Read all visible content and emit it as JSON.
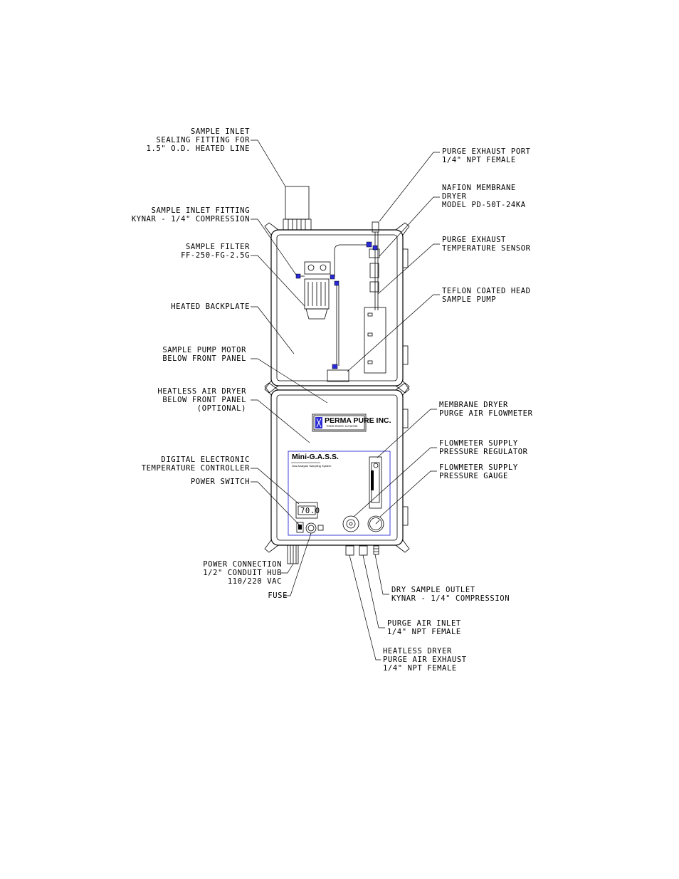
{
  "callouts": {
    "sample_inlet": [
      "SAMPLE INLET",
      "SEALING FITTING FOR",
      "1.5\" O.D. HEATED LINE"
    ],
    "sample_inlet_fitting": [
      "SAMPLE INLET FITTING",
      "KYNAR - 1/4\" COMPRESSION"
    ],
    "sample_filter": [
      "SAMPLE FILTER",
      "FF-250-FG-2.5G"
    ],
    "heated_backplate": [
      "HEATED BACKPLATE"
    ],
    "sample_pump_motor": [
      "SAMPLE PUMP MOTOR",
      "BELOW FRONT PANEL"
    ],
    "heatless_air_dryer": [
      "HEATLESS AIR DRYER",
      "BELOW FRONT PANEL",
      "(OPTIONAL)"
    ],
    "temperature_controller": [
      "DIGITAL ELECTRONIC",
      "TEMPERATURE CONTROLLER"
    ],
    "power_switch": [
      "POWER SWITCH"
    ],
    "power_connection": [
      "POWER CONNECTION",
      "1/2\" CONDUIT HUB",
      "110/220 VAC"
    ],
    "fuse": [
      "FUSE"
    ],
    "purge_exhaust_port": [
      "PURGE EXHAUST PORT",
      "1/4\" NPT FEMALE"
    ],
    "nafion_membrane_dryer": [
      "NAFION MEMBRANE",
      "DRYER",
      "MODEL PD-50T-24KA"
    ],
    "purge_exhaust_temp_sensor": [
      "PURGE EXHAUST",
      "TEMPERATURE SENSOR"
    ],
    "teflon_pump": [
      "TEFLON COATED HEAD",
      "SAMPLE PUMP"
    ],
    "membrane_flowmeter": [
      "MEMBRANE DRYER",
      "PURGE AIR FLOWMETER"
    ],
    "flowmeter_regulator": [
      "FLOWMETER SUPPLY",
      "PRESSURE REGULATOR"
    ],
    "flowmeter_gauge": [
      "FLOWMETER SUPPLY",
      "PRESSURE GAUGE"
    ],
    "dry_sample_outlet": [
      "DRY SAMPLE OUTLET",
      "KYNAR - 1/4\" COMPRESSION"
    ],
    "purge_air_inlet": [
      "PURGE AIR INLET",
      "1/4\" NPT FEMALE"
    ],
    "heatless_dryer_exhaust": [
      "HEATLESS DRYER",
      "PURGE AIR EXHAUST",
      "1/4\" NPT FEMALE"
    ]
  },
  "panel": {
    "brand_name": "PERMA PURE INC.",
    "brand_tagline": "TOMS RIVER, NJ 08755",
    "product_name": "Mini-G.A.S.S.",
    "product_subtitle": "Gas Analysis Sampling System",
    "controller_display": "70.0",
    "colors": {
      "fitting_blue": "#2b2bd6",
      "line": "#000000",
      "background": "#ffffff"
    }
  }
}
